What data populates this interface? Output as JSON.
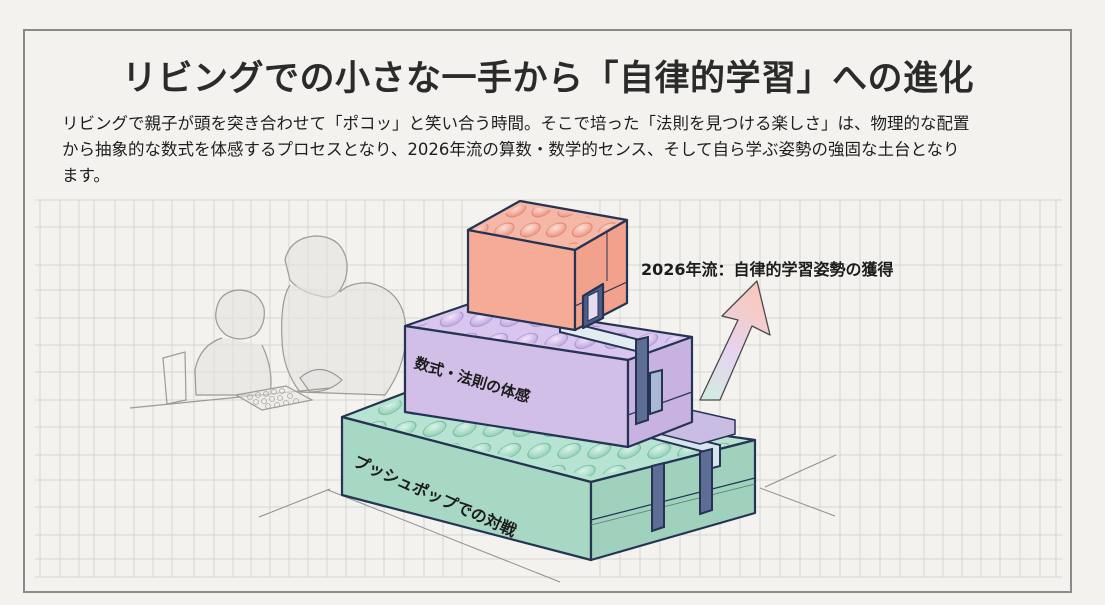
{
  "header": {
    "title": "リビングでの小さな一手から「自律的学習」への進化"
  },
  "description": {
    "line1": "リビングで親子が頭を突き合わせて「ポコッ」と笑い合う時間。そこで培った「法則を見つける楽しさ」は、物理的な配置",
    "line2": "から抽象的な数式を体感するプロセスとなり、2026年流の算数・数学的センス、そして自ら学ぶ姿勢の強固な土台となり",
    "line3": "ます。"
  },
  "diagram": {
    "goal_label": "2026年流：自律的学習姿勢の獲得",
    "layers": [
      {
        "label": "プッシュポップでの対戦",
        "color": "#a8dcc8",
        "position": "bottom"
      },
      {
        "label": "数式・法則の体感",
        "color": "#d4bfe8",
        "position": "middle"
      },
      {
        "label": "",
        "color": "#f4a996",
        "position": "top"
      }
    ],
    "illustration": "parent-and-child-playing-push-pop",
    "arrow": "upward-gradient-arrow"
  },
  "colors": {
    "background": "#f3f2ee",
    "frame_border": "#8a8a88",
    "grid_line": "#d6d5d1",
    "outline": "#2e3a5c",
    "green_block": "#a8dcc8",
    "purple_block": "#d4bfe8",
    "salmon_block": "#f4a996"
  }
}
